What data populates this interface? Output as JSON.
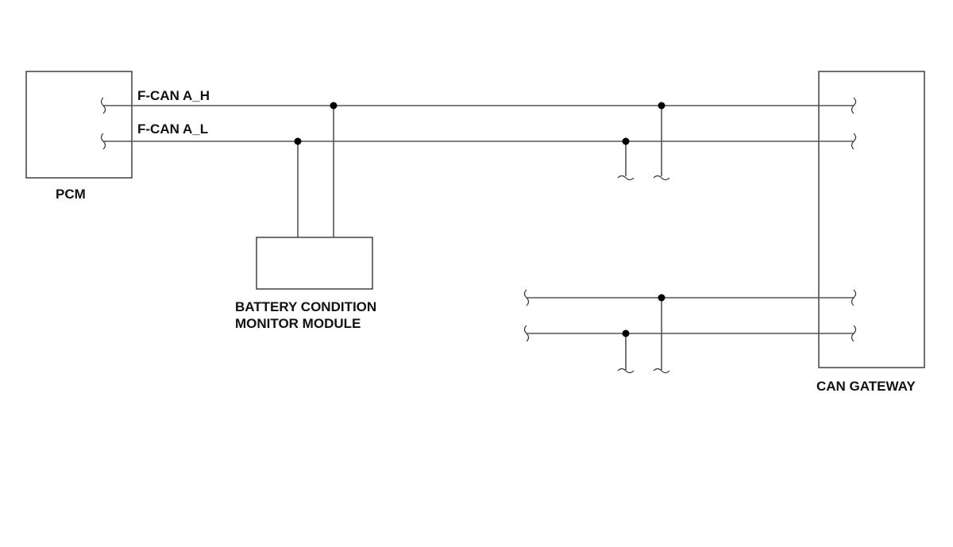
{
  "modules": {
    "pcm": "PCM",
    "bcm_line1": "BATTERY CONDITION",
    "bcm_line2": "MONITOR MODULE",
    "gateway": "CAN GATEWAY"
  },
  "wires": {
    "high": "F-CAN A_H",
    "low": "F-CAN A_L"
  },
  "colors": {
    "wire": "#555555",
    "box": "#333333",
    "splice": "#000000",
    "text": "#111111"
  }
}
